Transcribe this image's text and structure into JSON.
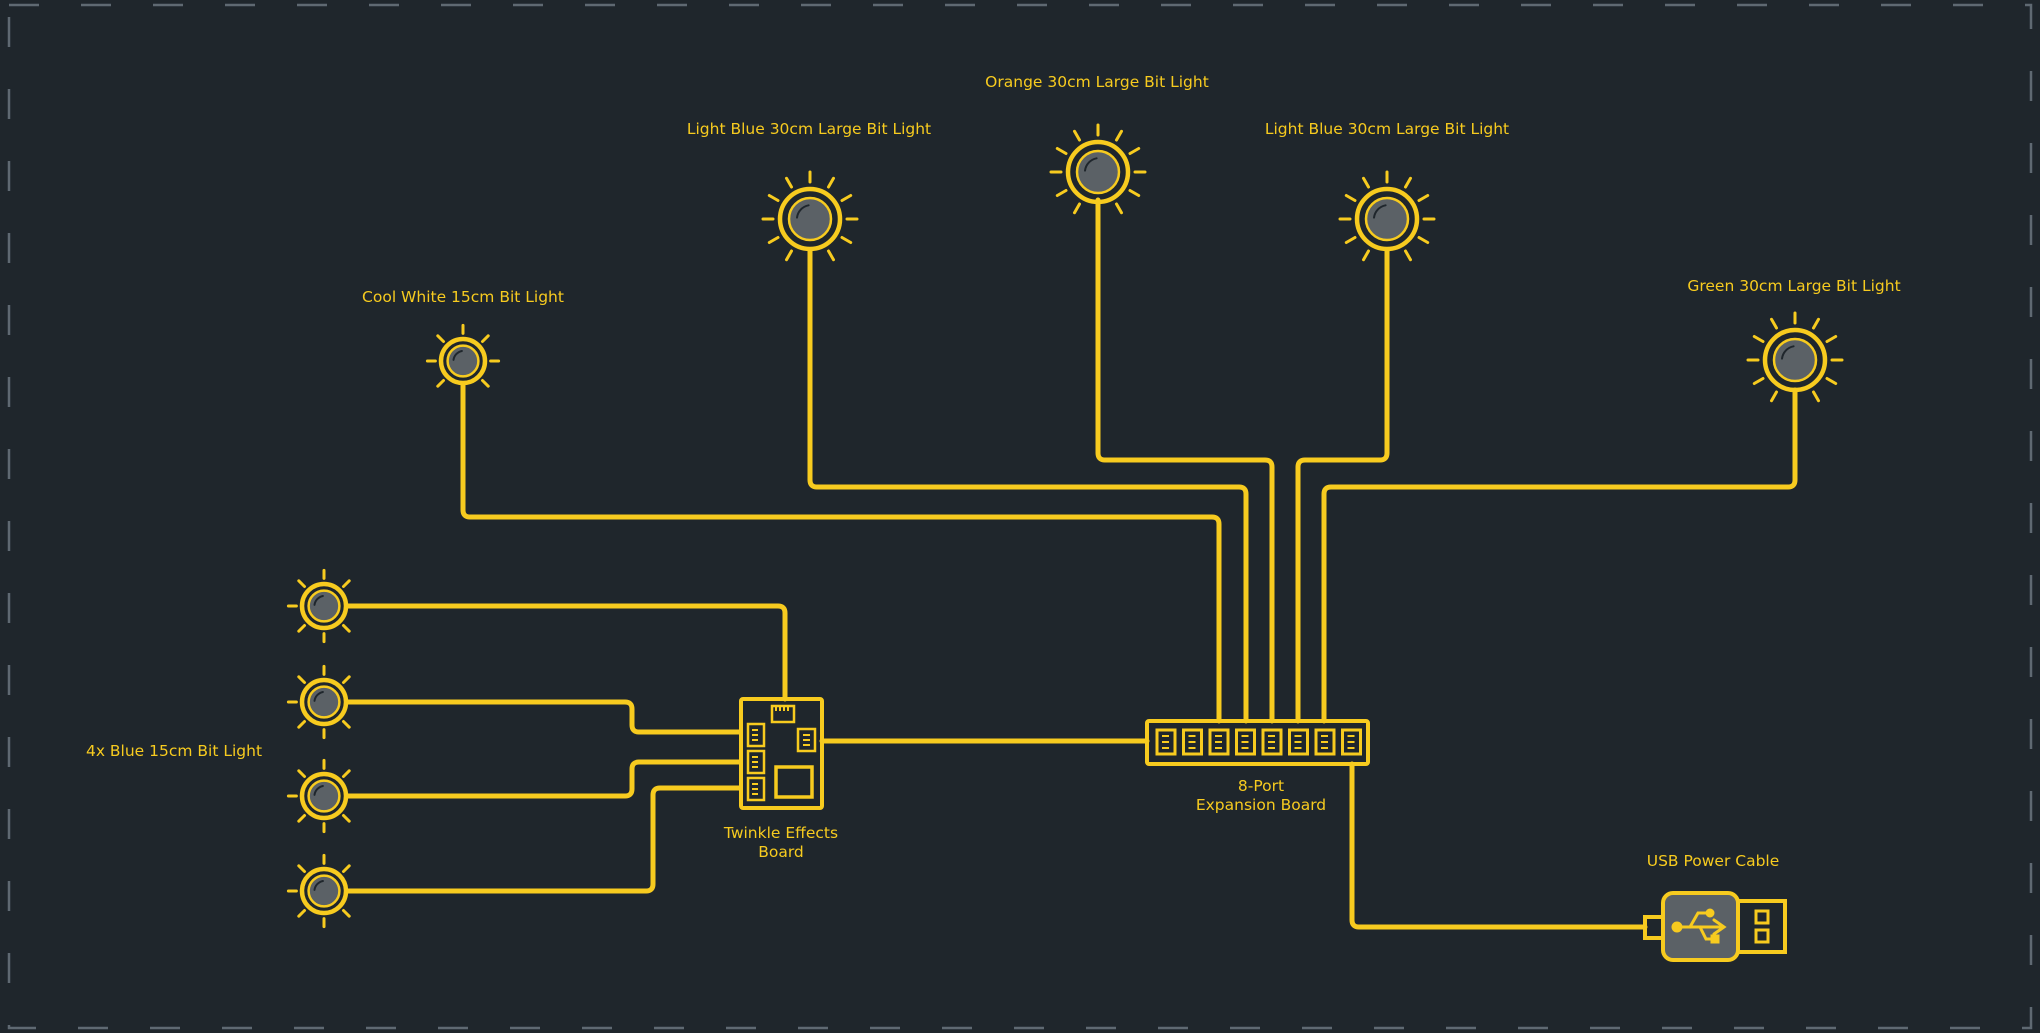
{
  "theme": {
    "background": "#1f262c",
    "accent": "#f7cb1f",
    "bulb_fill": "#5b6166",
    "border": "#5f6972"
  },
  "labels": {
    "cool_white": "Cool White 15cm Bit Light",
    "light_blue_left": "Light Blue 30cm Large Bit Light",
    "orange": "Orange 30cm Large Bit Light",
    "light_blue_right": "Light Blue 30cm Large Bit Light",
    "green": "Green 30cm Large Bit Light",
    "blue_group": "4x Blue 15cm Bit Light",
    "twinkle_line1": "Twinkle Effects",
    "twinkle_line2": "Board",
    "expansion_line1": "8-Port",
    "expansion_line2": "Expansion Board",
    "usb": "USB Power Cable"
  },
  "icons": {
    "bulb": "light-bulb-icon",
    "twinkle_board": "twinkle-effects-board-icon",
    "expansion_board": "expansion-board-icon",
    "usb": "usb-plug-icon"
  }
}
